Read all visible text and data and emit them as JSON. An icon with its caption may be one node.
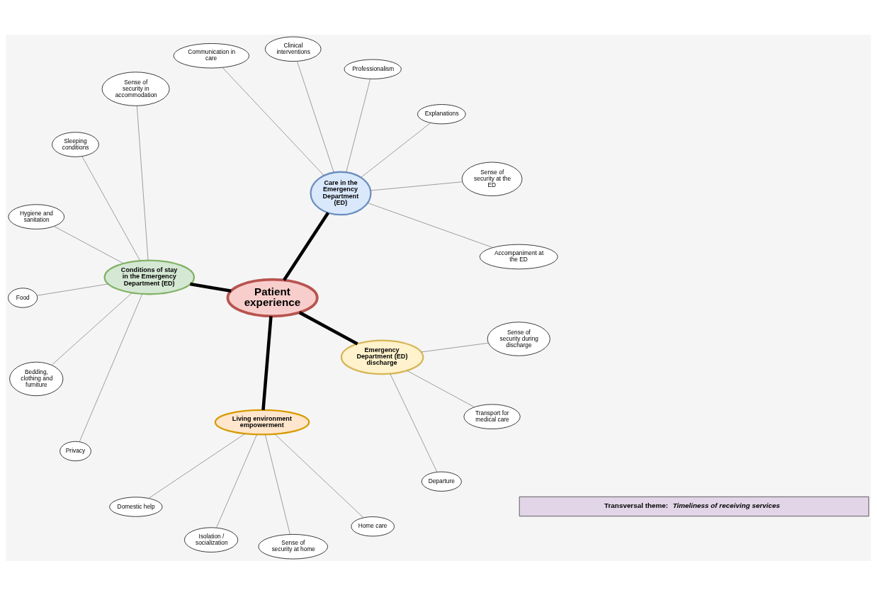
{
  "diagram": {
    "nodes": [
      {
        "text": [
          "Patient experience"
        ]
      },
      {
        "text": [
          "Care in the Emergency Department (ED)"
        ]
      },
      {
        "text": [
          "Accompaniment at the ED"
        ]
      },
      {
        "text": [
          "Sense of security at the ED"
        ]
      },
      {
        "text": [
          "Explanations"
        ]
      },
      {
        "text": [
          "Professionalism"
        ]
      },
      {
        "text": [
          "Clinical interventions"
        ]
      },
      {
        "text": [
          "Communication in care"
        ]
      },
      {
        "text": [
          "Conditions of stay in the Emergency Department (ED)"
        ]
      },
      {
        "text": [
          "Sense of security in accommodation"
        ]
      },
      {
        "text": [
          "Sleeping conditions"
        ]
      },
      {
        "text": [
          "Hygiene and sanitation"
        ]
      },
      {
        "text": [
          "Food"
        ]
      },
      {
        "text": [
          "Bedding, clothing and furniture"
        ]
      },
      {
        "text": [
          "Privacy"
        ]
      },
      {
        "text": [
          "Living environment empowerment"
        ]
      },
      {
        "text": [
          "Domestic help"
        ]
      },
      {
        "text": [
          "Isolation / socialization"
        ]
      },
      {
        "text": [
          "Sense of security at home"
        ]
      },
      {
        "text": [
          "Home care"
        ]
      },
      {
        "text": [
          "Emergency Department (ED) discharge"
        ]
      },
      {
        "text": [
          "Departure"
        ]
      },
      {
        "text": [
          "Transport for medical care"
        ]
      },
      {
        "text": [
          "Sense of security during discharge"
        ]
      },
      {
        "text": [
          "Transversal theme: *Timeliness of receiving services*"
        ]
      }
    ],
    "edges": [
      {
        "from": 0,
        "to": 1,
        "arrow": "none",
        "style": "thick",
        "color": "#000000"
      },
      {
        "from": 0,
        "to": 8,
        "arrow": "none",
        "style": "thick",
        "color": "#000000"
      },
      {
        "from": 0,
        "to": 15,
        "arrow": "none",
        "style": "thick",
        "color": "#000000"
      },
      {
        "from": 0,
        "to": 20,
        "arrow": "none",
        "style": "thick",
        "color": "#000000"
      },
      {
        "from": 1,
        "to": 2,
        "arrow": "none"
      },
      {
        "from": 1,
        "to": 3,
        "arrow": "none"
      },
      {
        "from": 1,
        "to": 4,
        "arrow": "none"
      },
      {
        "from": 1,
        "to": 5,
        "arrow": "none"
      },
      {
        "from": 1,
        "to": 6,
        "arrow": "none"
      },
      {
        "from": 1,
        "to": 7,
        "arrow": "none"
      },
      {
        "from": 8,
        "to": 9,
        "arrow": "none"
      },
      {
        "from": 8,
        "to": 10,
        "arrow": "none"
      },
      {
        "from": 8,
        "to": 11,
        "arrow": "none"
      },
      {
        "from": 8,
        "to": 12,
        "arrow": "none"
      },
      {
        "from": 8,
        "to": 13,
        "arrow": "none"
      },
      {
        "from": 8,
        "to": 14,
        "arrow": "none"
      },
      {
        "from": 15,
        "to": 16,
        "arrow": "none"
      },
      {
        "from": 15,
        "to": 17,
        "arrow": "none"
      },
      {
        "from": 15,
        "to": 18,
        "arrow": "none"
      },
      {
        "from": 15,
        "to": 19,
        "arrow": "none"
      },
      {
        "from": 20,
        "to": 21,
        "arrow": "none"
      },
      {
        "from": 20,
        "to": 22,
        "arrow": "none"
      },
      {
        "from": 20,
        "to": 23,
        "arrow": "none"
      }
    ]
  }
}
